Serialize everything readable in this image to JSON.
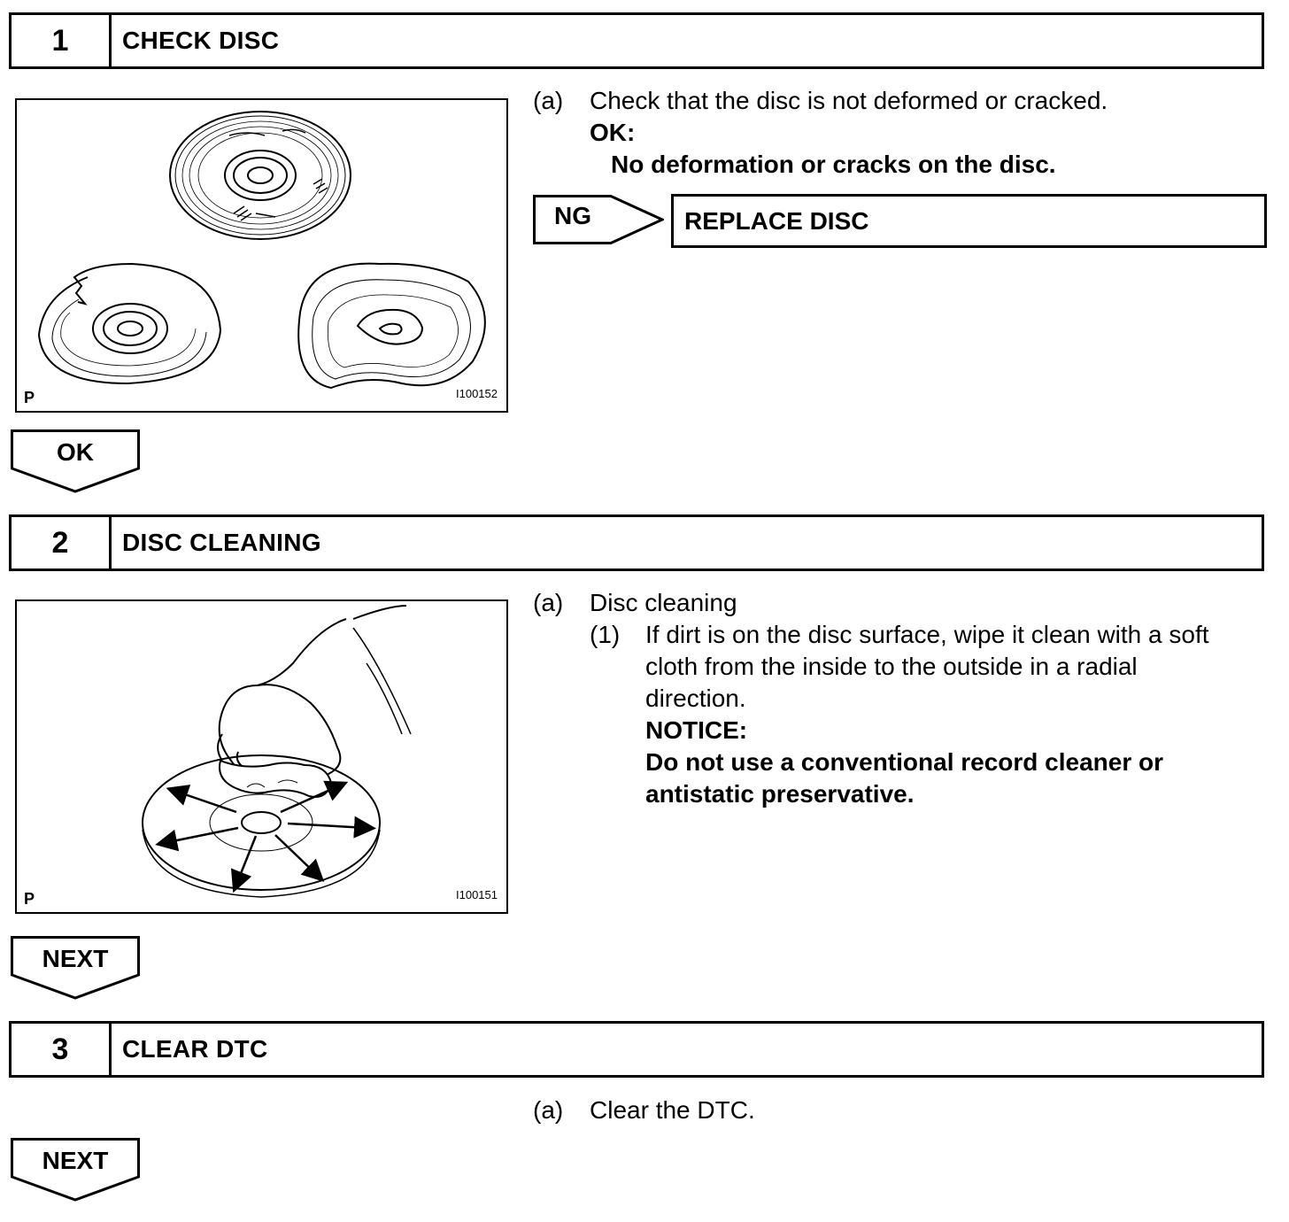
{
  "step1": {
    "number": "1",
    "title": "CHECK DISC",
    "figure": {
      "corner_label": "P",
      "figure_id": "I100152"
    },
    "item_label": "(a)",
    "item_text": "Check that the disc is not deformed or cracked.",
    "ok_heading": "OK:",
    "ok_text": "No deformation or cracks on the disc.",
    "ng_label": "NG",
    "ng_action": "REPLACE DISC",
    "flow_button": "OK"
  },
  "step2": {
    "number": "2",
    "title": "DISC CLEANING",
    "figure": {
      "corner_label": "P",
      "figure_id": "I100151"
    },
    "item_label": "(a)",
    "item_text": "Disc cleaning",
    "sub_label": "(1)",
    "sub_lines": [
      "If dirt is on the disc surface, wipe it clean with a soft",
      "cloth from the inside to the outside in a radial",
      "direction."
    ],
    "notice_heading": "NOTICE:",
    "notice_lines": [
      "Do not use a conventional record cleaner or",
      "antistatic preservative."
    ],
    "flow_button": "NEXT"
  },
  "step3": {
    "number": "3",
    "title": "CLEAR DTC",
    "item_label": "(a)",
    "item_text": "Clear the DTC.",
    "flow_button": "NEXT"
  }
}
